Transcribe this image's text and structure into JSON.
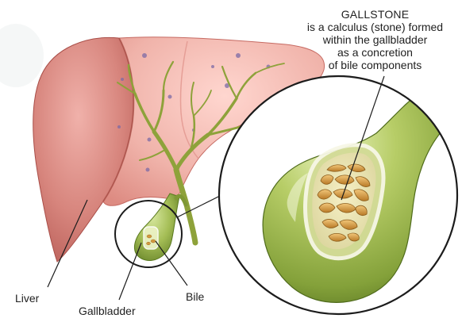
{
  "callout": {
    "title": "GALLSTONE",
    "lines": [
      "is a calculus (stone) formed",
      "within the gallbladder",
      "as a concretion",
      "of bile components"
    ]
  },
  "labels": {
    "liver": "Liver",
    "gallbladder": "Gallbladder",
    "bile": "Bile"
  },
  "colors": {
    "liver": "#c8665f",
    "liver_light": "#e9a8a1",
    "ducts": "#8fa23c",
    "gallbladder": "#7e9a3a",
    "stones": "#d39a3f"
  }
}
